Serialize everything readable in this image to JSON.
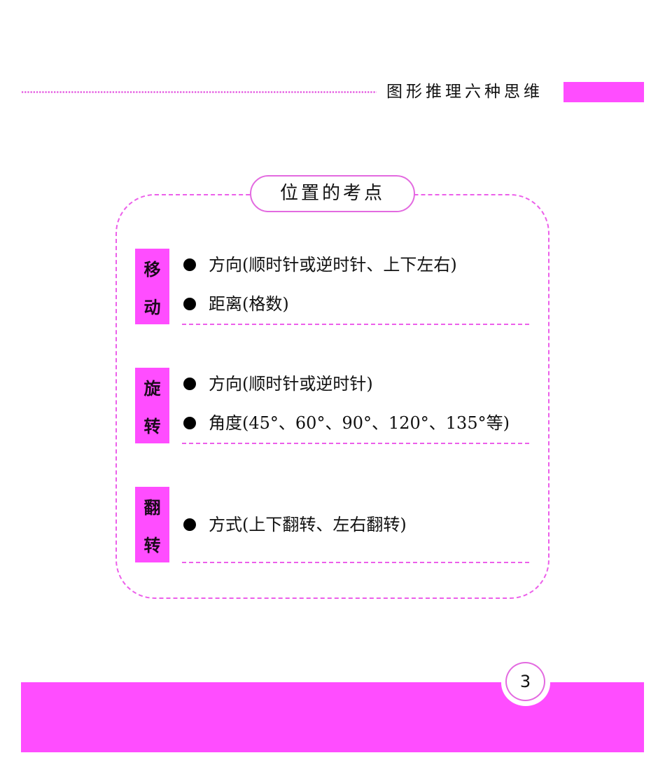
{
  "header": {
    "title": "图形推理六种思维",
    "accent_color": "#ff4dff"
  },
  "card": {
    "title": "位置的考点",
    "sections": [
      {
        "label_chars": [
          "移",
          "动"
        ],
        "items": [
          "方向(顺时针或逆时针、上下左右)",
          "距离(格数)"
        ]
      },
      {
        "label_chars": [
          "旋",
          "转"
        ],
        "items": [
          "方向(顺时针或逆时针)",
          "角度(45°、60°、90°、120°、135°等)"
        ]
      },
      {
        "label_chars": [
          "翻",
          "转"
        ],
        "items": [
          "方式(上下翻转、左右翻转)"
        ]
      }
    ]
  },
  "footer": {
    "page_number": "3"
  }
}
